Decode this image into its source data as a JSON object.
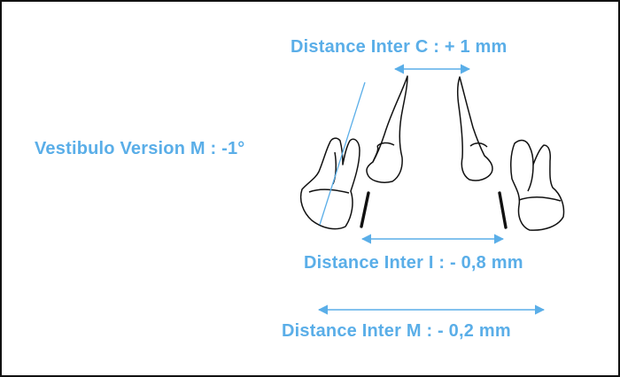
{
  "labels": {
    "distance_inter_c": "Distance Inter C : + 1 mm",
    "vestibulo_version_m": "Vestibulo Version M : -1°",
    "distance_inter_i": "Distance Inter I : - 0,8 mm",
    "distance_inter_m": "Distance Inter M : - 0,2 mm"
  },
  "colors": {
    "accent": "#5aaee8",
    "outline": "#111111",
    "background": "#ffffff"
  }
}
